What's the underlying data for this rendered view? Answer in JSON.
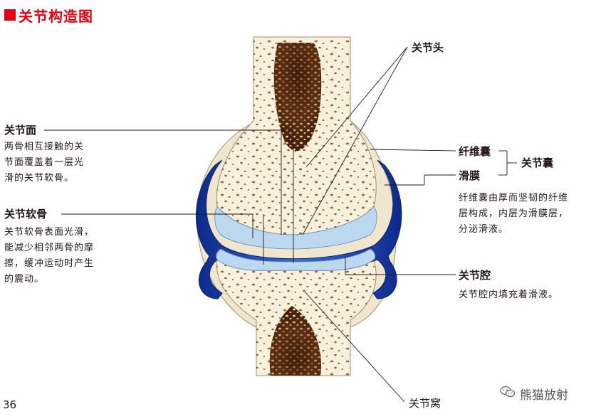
{
  "title": "关节构造图",
  "page_number": "36",
  "watermark": "熊猫放射",
  "colors": {
    "title_red": "#e60012",
    "bone_cream": "#f7f1dc",
    "marrow_brown": "#5a2a10",
    "synovium_blue": "#1e3fae",
    "cartilage_light_blue": "#bcd8ef",
    "capsule_beige": "#efe6cd",
    "leader_line": "#231815"
  },
  "labels": {
    "articular_head": "关节头",
    "articular_surface": {
      "name": "关节面",
      "desc": [
        "两骨相互接触的关",
        "节面覆盖着一层光",
        "滑的关节软骨。"
      ]
    },
    "articular_cartilage": {
      "name": "关节软骨",
      "desc": [
        "关节软骨表面光滑，",
        "能减少相邻两骨的摩",
        "擦，缓冲运动时产生",
        "的震动。"
      ]
    },
    "fibrous_capsule": "纤维囊",
    "synovial_membrane": "滑膜",
    "joint_capsule": {
      "name": "关节囊",
      "desc": [
        "纤维囊由厚而坚韧的纤维",
        "层构成，内层为滑膜层，",
        "分泌滑液。"
      ]
    },
    "joint_cavity": {
      "name": "关节腔",
      "desc": [
        "关节腔内填充着滑液。"
      ]
    },
    "articular_fossa": "关节窝"
  }
}
